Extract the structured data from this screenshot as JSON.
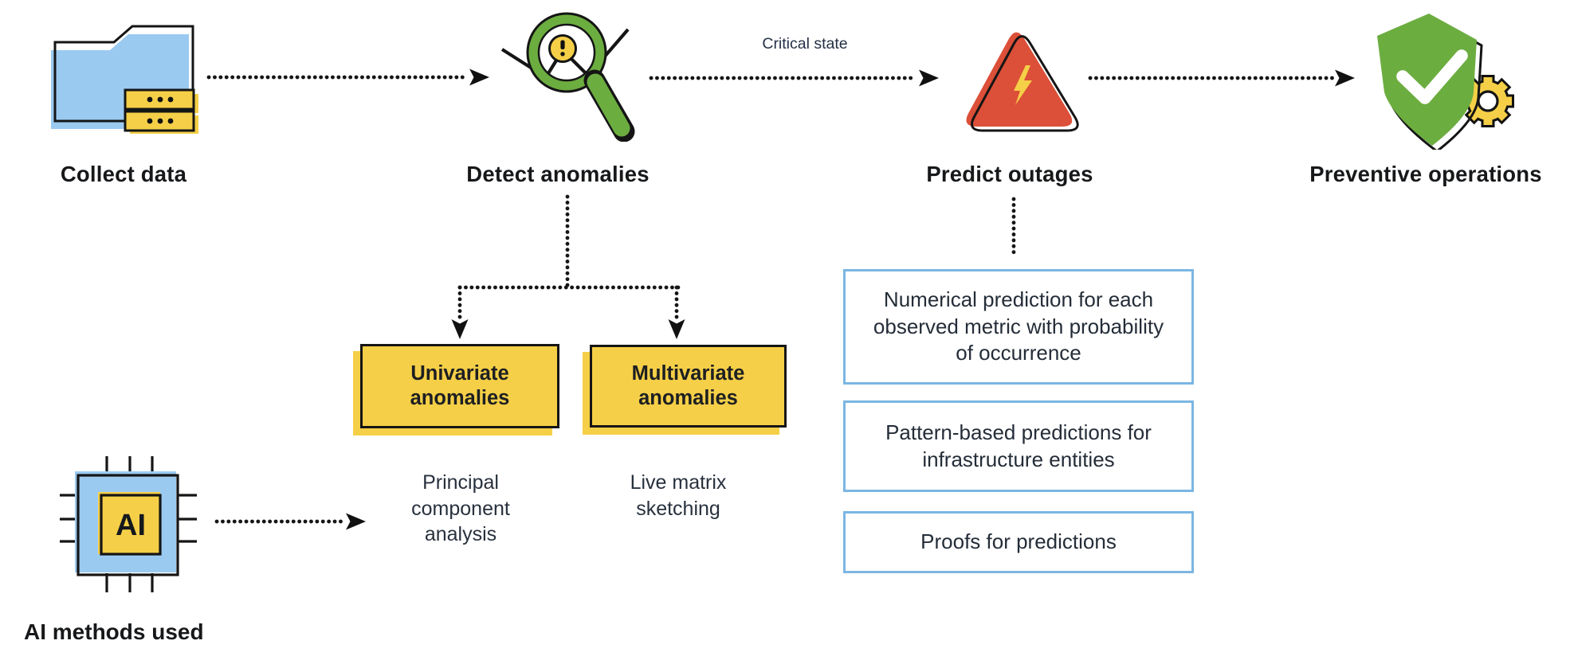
{
  "flow": {
    "steps": [
      {
        "label": "Collect data",
        "icon": "data-folder-icon"
      },
      {
        "label": "Detect anomalies",
        "icon": "anomaly-magnifier-icon"
      },
      {
        "label": "Predict outages",
        "icon": "outage-warning-triangle-icon"
      },
      {
        "label": "Preventive operations",
        "icon": "shield-check-gear-icon"
      }
    ],
    "critical_edge_label": "Critical state"
  },
  "anomaly_branch": {
    "boxes": [
      {
        "label": "Univariate anomalies",
        "method": "Principal component analysis"
      },
      {
        "label": "Multivariate anomalies",
        "method": "Live matrix sketching"
      }
    ]
  },
  "prediction_outputs": [
    {
      "text": "Numerical prediction for each observed metric with probability of occurrence"
    },
    {
      "text": "Pattern-based predictions for infrastructure entities"
    },
    {
      "text": "Proofs for predictions"
    }
  ],
  "ai_section": {
    "chip_text": "AI",
    "caption": "AI methods used",
    "icon": "ai-chip-icon"
  },
  "colors": {
    "accent_blue": "#9bcaf1",
    "accent_yellow": "#f5cf47",
    "accent_green": "#6cad40",
    "accent_red": "#dc4f38",
    "outline_black": "#151515",
    "prediction_box_border": "#7bb6e3",
    "text_dark": "#16181a"
  }
}
